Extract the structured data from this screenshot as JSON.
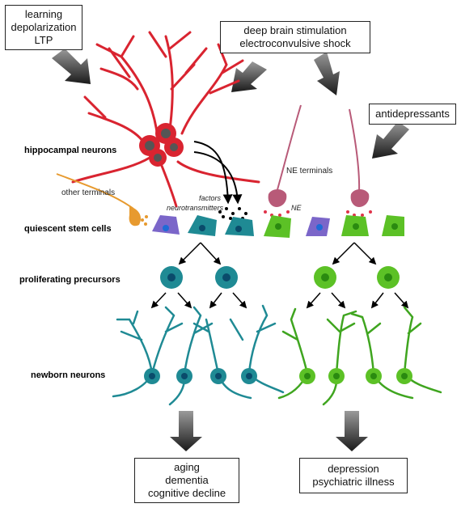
{
  "boxes": {
    "stimuli_left": [
      "learning",
      "depolarization",
      "LTP"
    ],
    "stimuli_center": [
      "deep brain stimulation",
      "electroconvulsive shock"
    ],
    "antidepressants": "antidepressants",
    "outcome_left": [
      "aging",
      "dementia",
      "cognitive decline"
    ],
    "outcome_right": [
      "depression",
      "psychiatric illness"
    ]
  },
  "row_labels": {
    "hippocampal": "hippocampal neurons",
    "quiescent": "quiescent stem cells",
    "proliferating": "proliferating precursors",
    "newborn": "newborn neurons"
  },
  "annotations": {
    "other_terminals": "other terminals",
    "ne_terminals": "NE terminals",
    "factors": "factors",
    "neurotransmitters": "neurotransmitters",
    "ne": "NE"
  },
  "colors": {
    "hippocampal": "#d92430",
    "teal": "#1f8a94",
    "purple": "#7b66c9",
    "green": "#5cc126",
    "ne_terminal": "#b85a78",
    "other_terminal": "#e79a2f",
    "arrow_gray": "#333333"
  }
}
